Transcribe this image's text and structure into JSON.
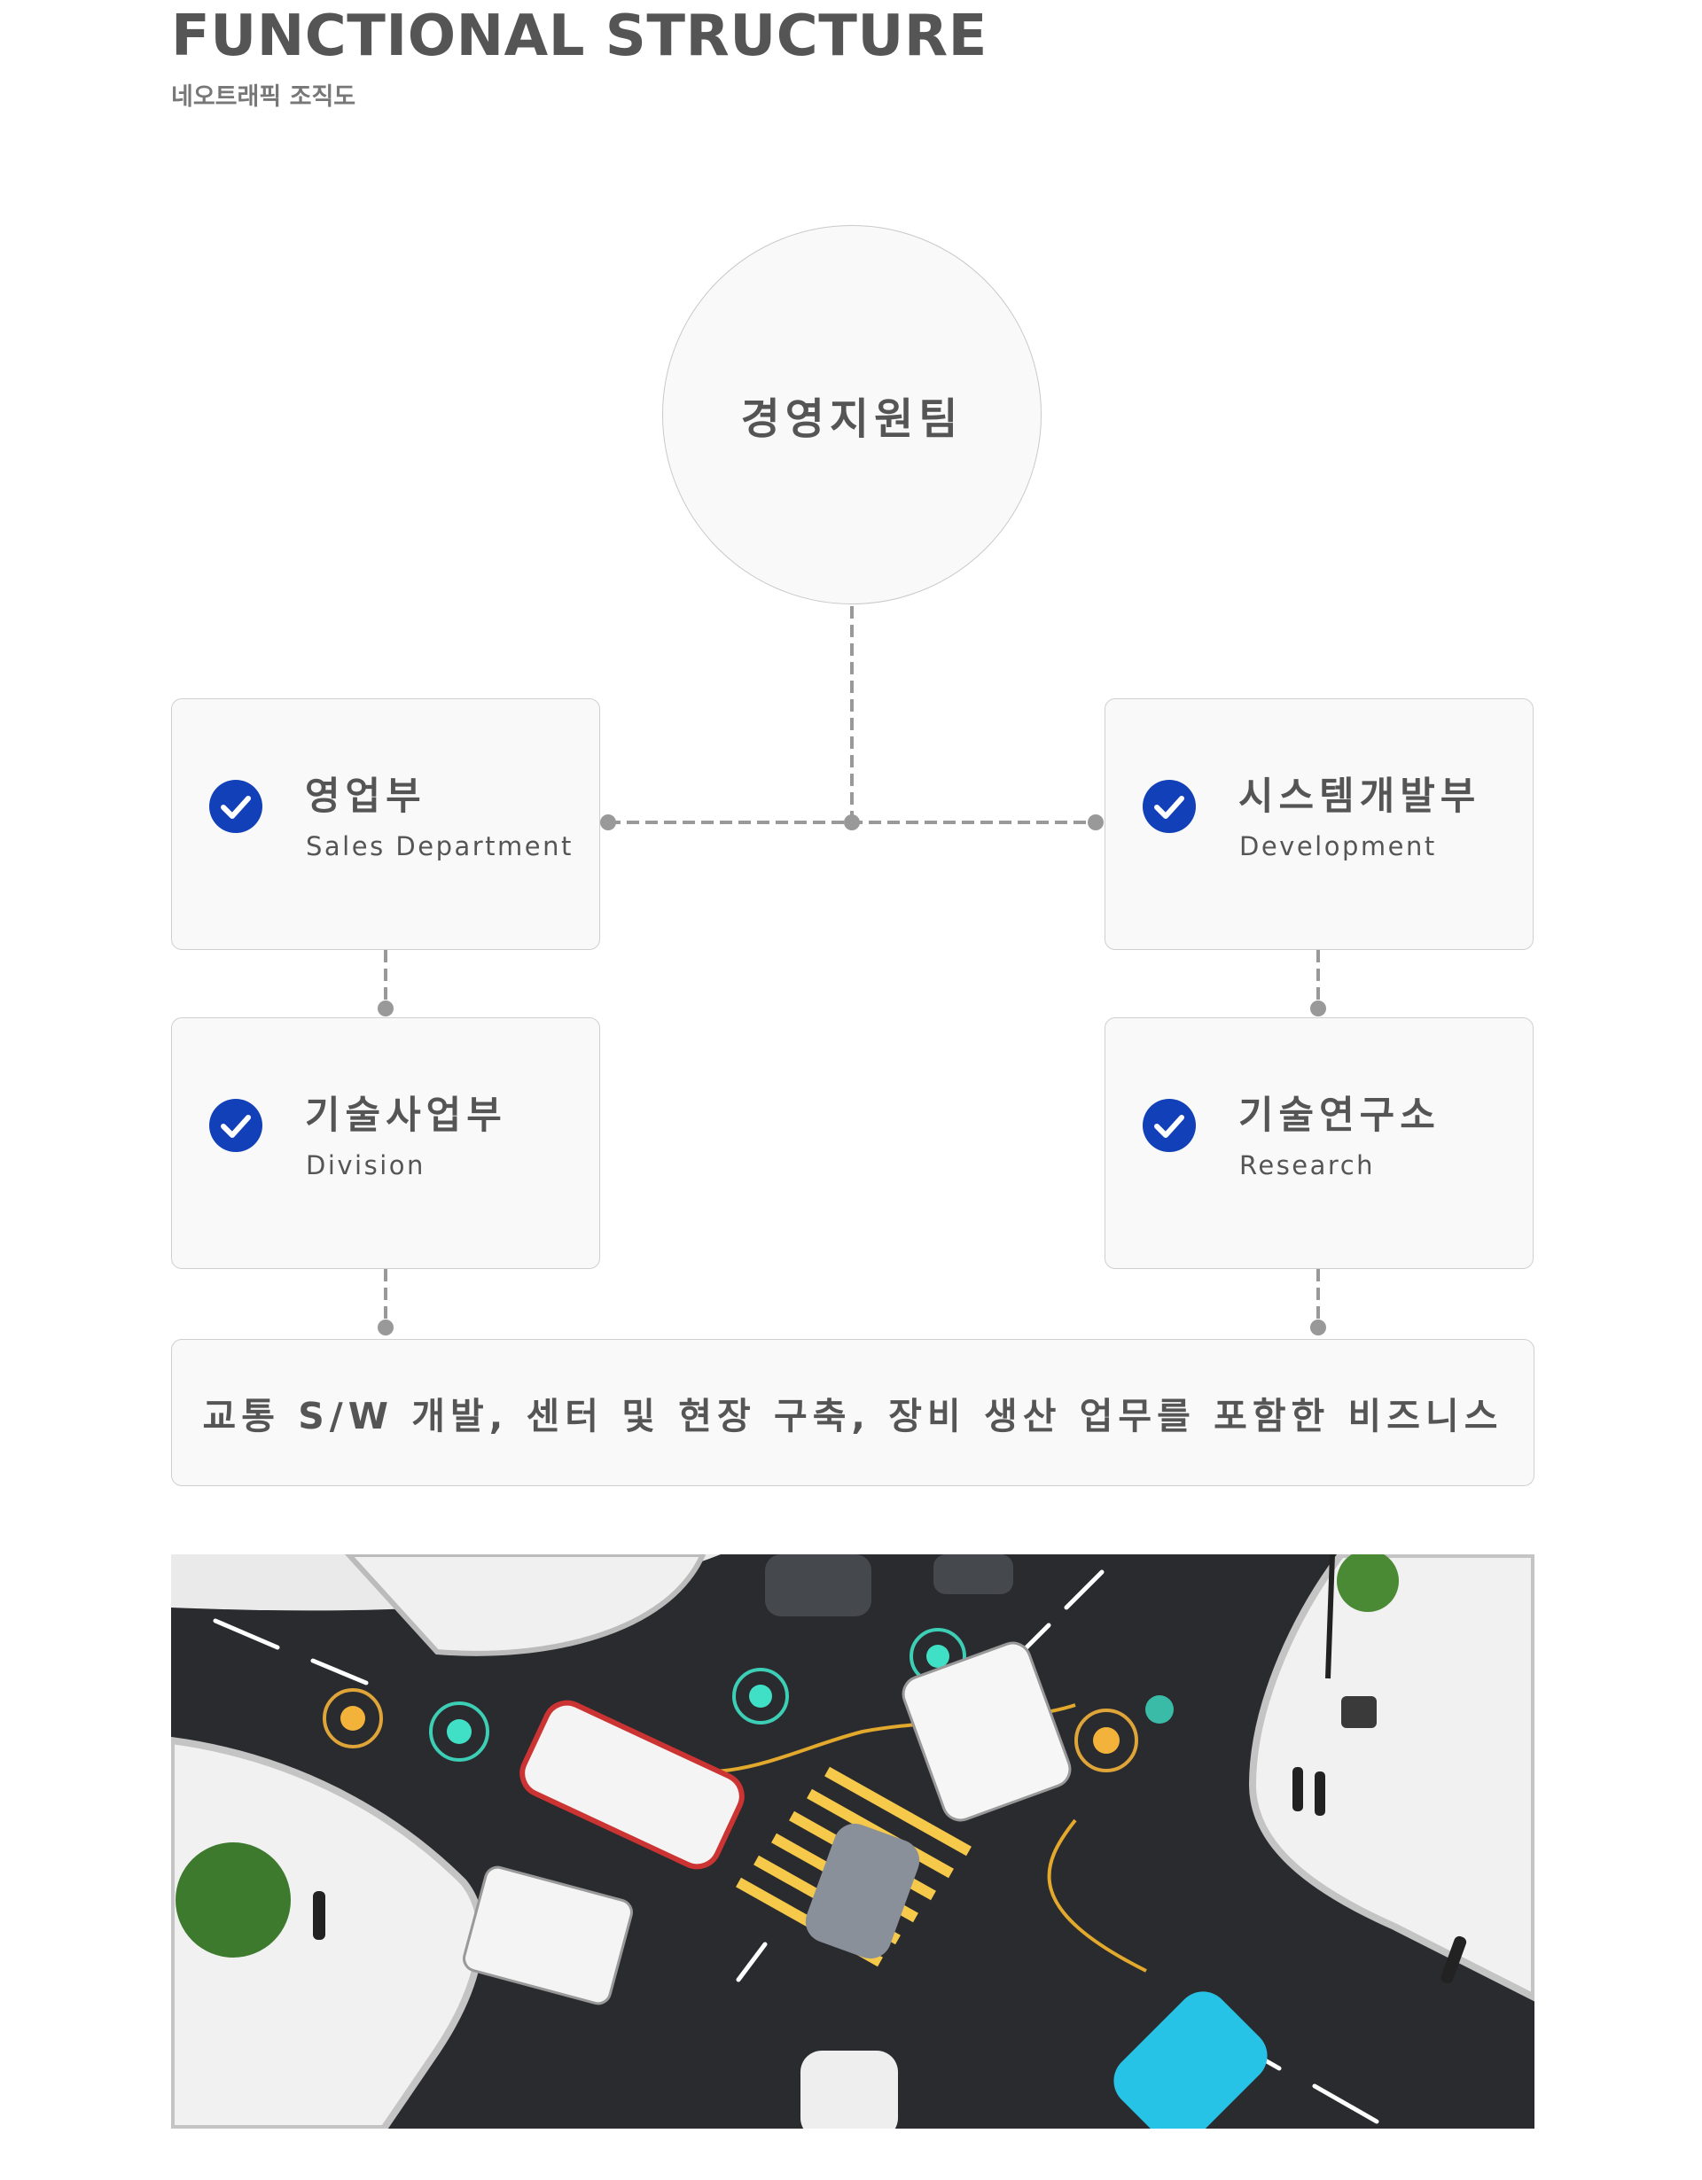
{
  "header": {
    "title": "FUNCTIONAL STRUCTURE",
    "subtitle": "네오트래픽 조직도"
  },
  "org": {
    "root": "경영지원팀",
    "departments": [
      {
        "title": "영업부",
        "subtitle": "Sales Department"
      },
      {
        "title": "시스템개발부",
        "subtitle": "Development"
      },
      {
        "title": "기술사업부",
        "subtitle": "Division"
      },
      {
        "title": "기술연구소",
        "subtitle": "Research"
      }
    ],
    "business": "교통 S/W 개발, 센터 및 현장 구축, 장비 생산 업무를 포함한 비즈니스"
  },
  "colors": {
    "accent": "#1240b8",
    "text": "#555555",
    "connector": "#999999",
    "box_bg": "#f9f9f9",
    "box_border": "#cfcfcf"
  },
  "icons": {
    "check": "check-circle-icon"
  }
}
